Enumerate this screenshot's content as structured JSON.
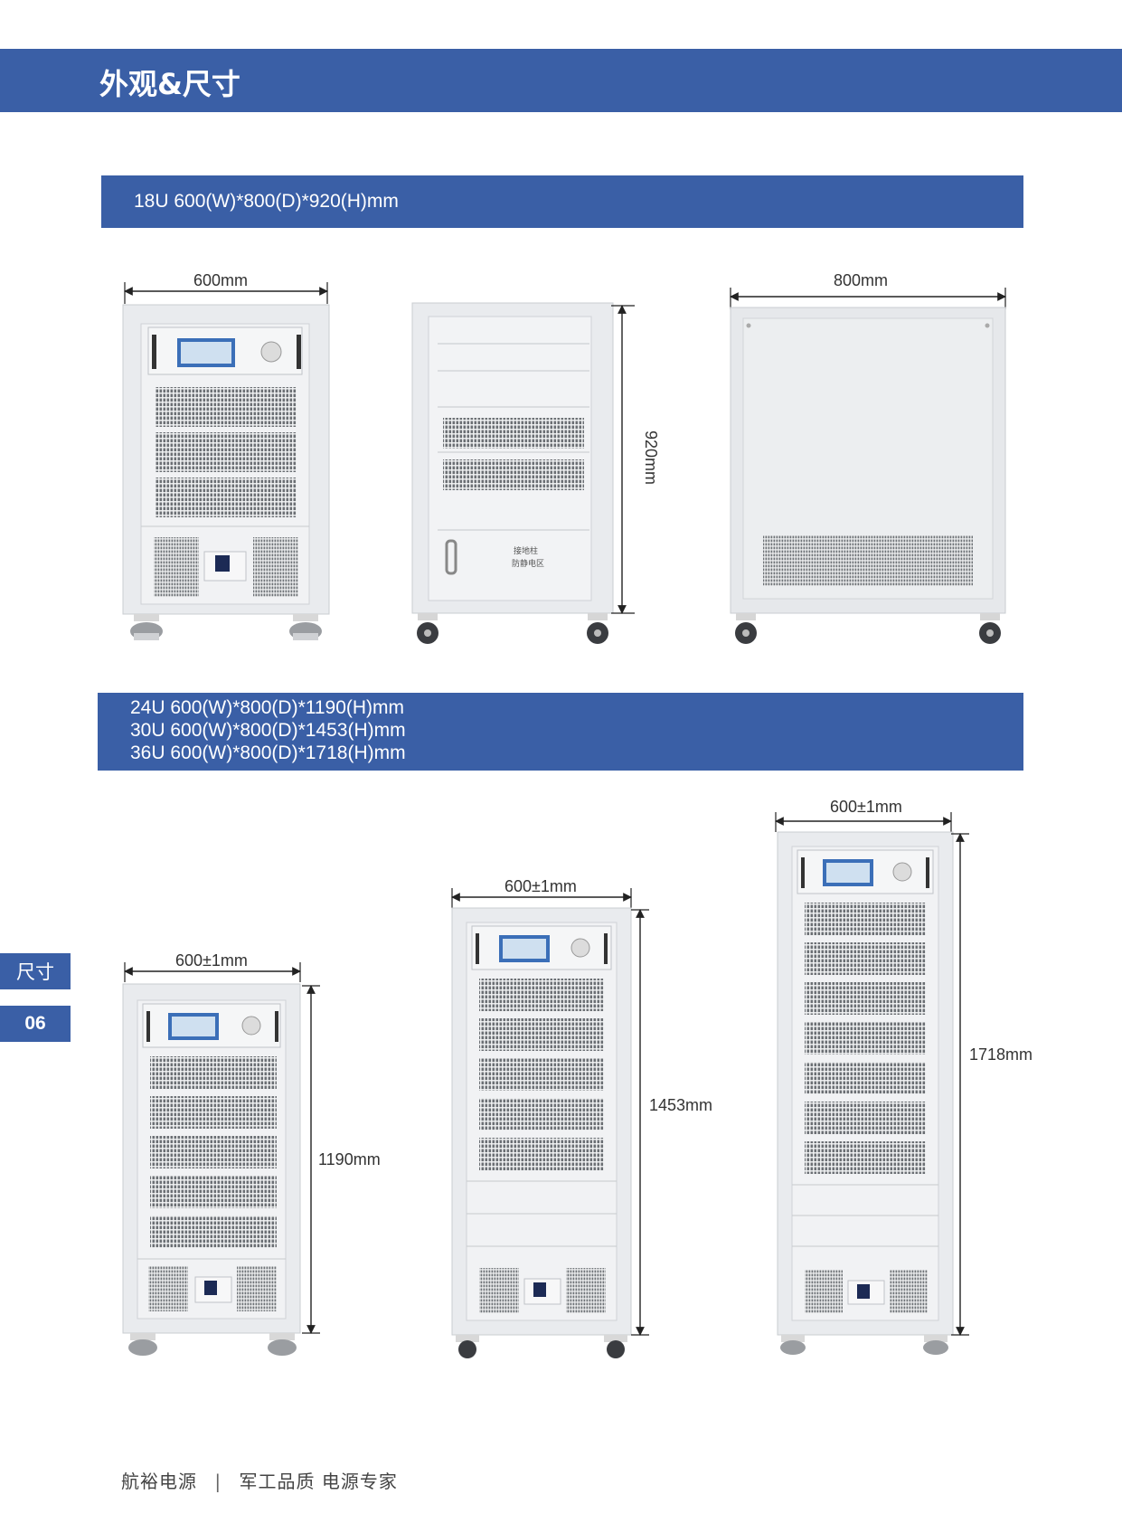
{
  "header": {
    "title": "外观&尺寸"
  },
  "section1": {
    "spec": "18U 600(W)*800(D)*920(H)mm",
    "dims": {
      "front_width": "600mm",
      "side_height": "920mm",
      "side_depth": "800mm"
    },
    "rear_label": "接地柱\n防静电区"
  },
  "section2": {
    "specs": [
      "24U 600(W)*800(D)*1190(H)mm",
      "30U 600(W)*800(D)*1453(H)mm",
      "36U 600(W)*800(D)*1718(H)mm"
    ],
    "cabinets": [
      {
        "width": "600±1mm",
        "height": "1190mm"
      },
      {
        "width": "600±1mm",
        "height": "1453mm"
      },
      {
        "width": "600±1mm",
        "height": "1718mm"
      }
    ]
  },
  "side_tabs": {
    "label": "尺寸",
    "page": "06"
  },
  "footer": {
    "brand": "航裕电源",
    "separator": "|",
    "slogan": "军工品质 电源专家"
  },
  "colors": {
    "accent": "#3a5fa6",
    "cabinet": "#e9ebee",
    "grille": "#6b6f74"
  }
}
